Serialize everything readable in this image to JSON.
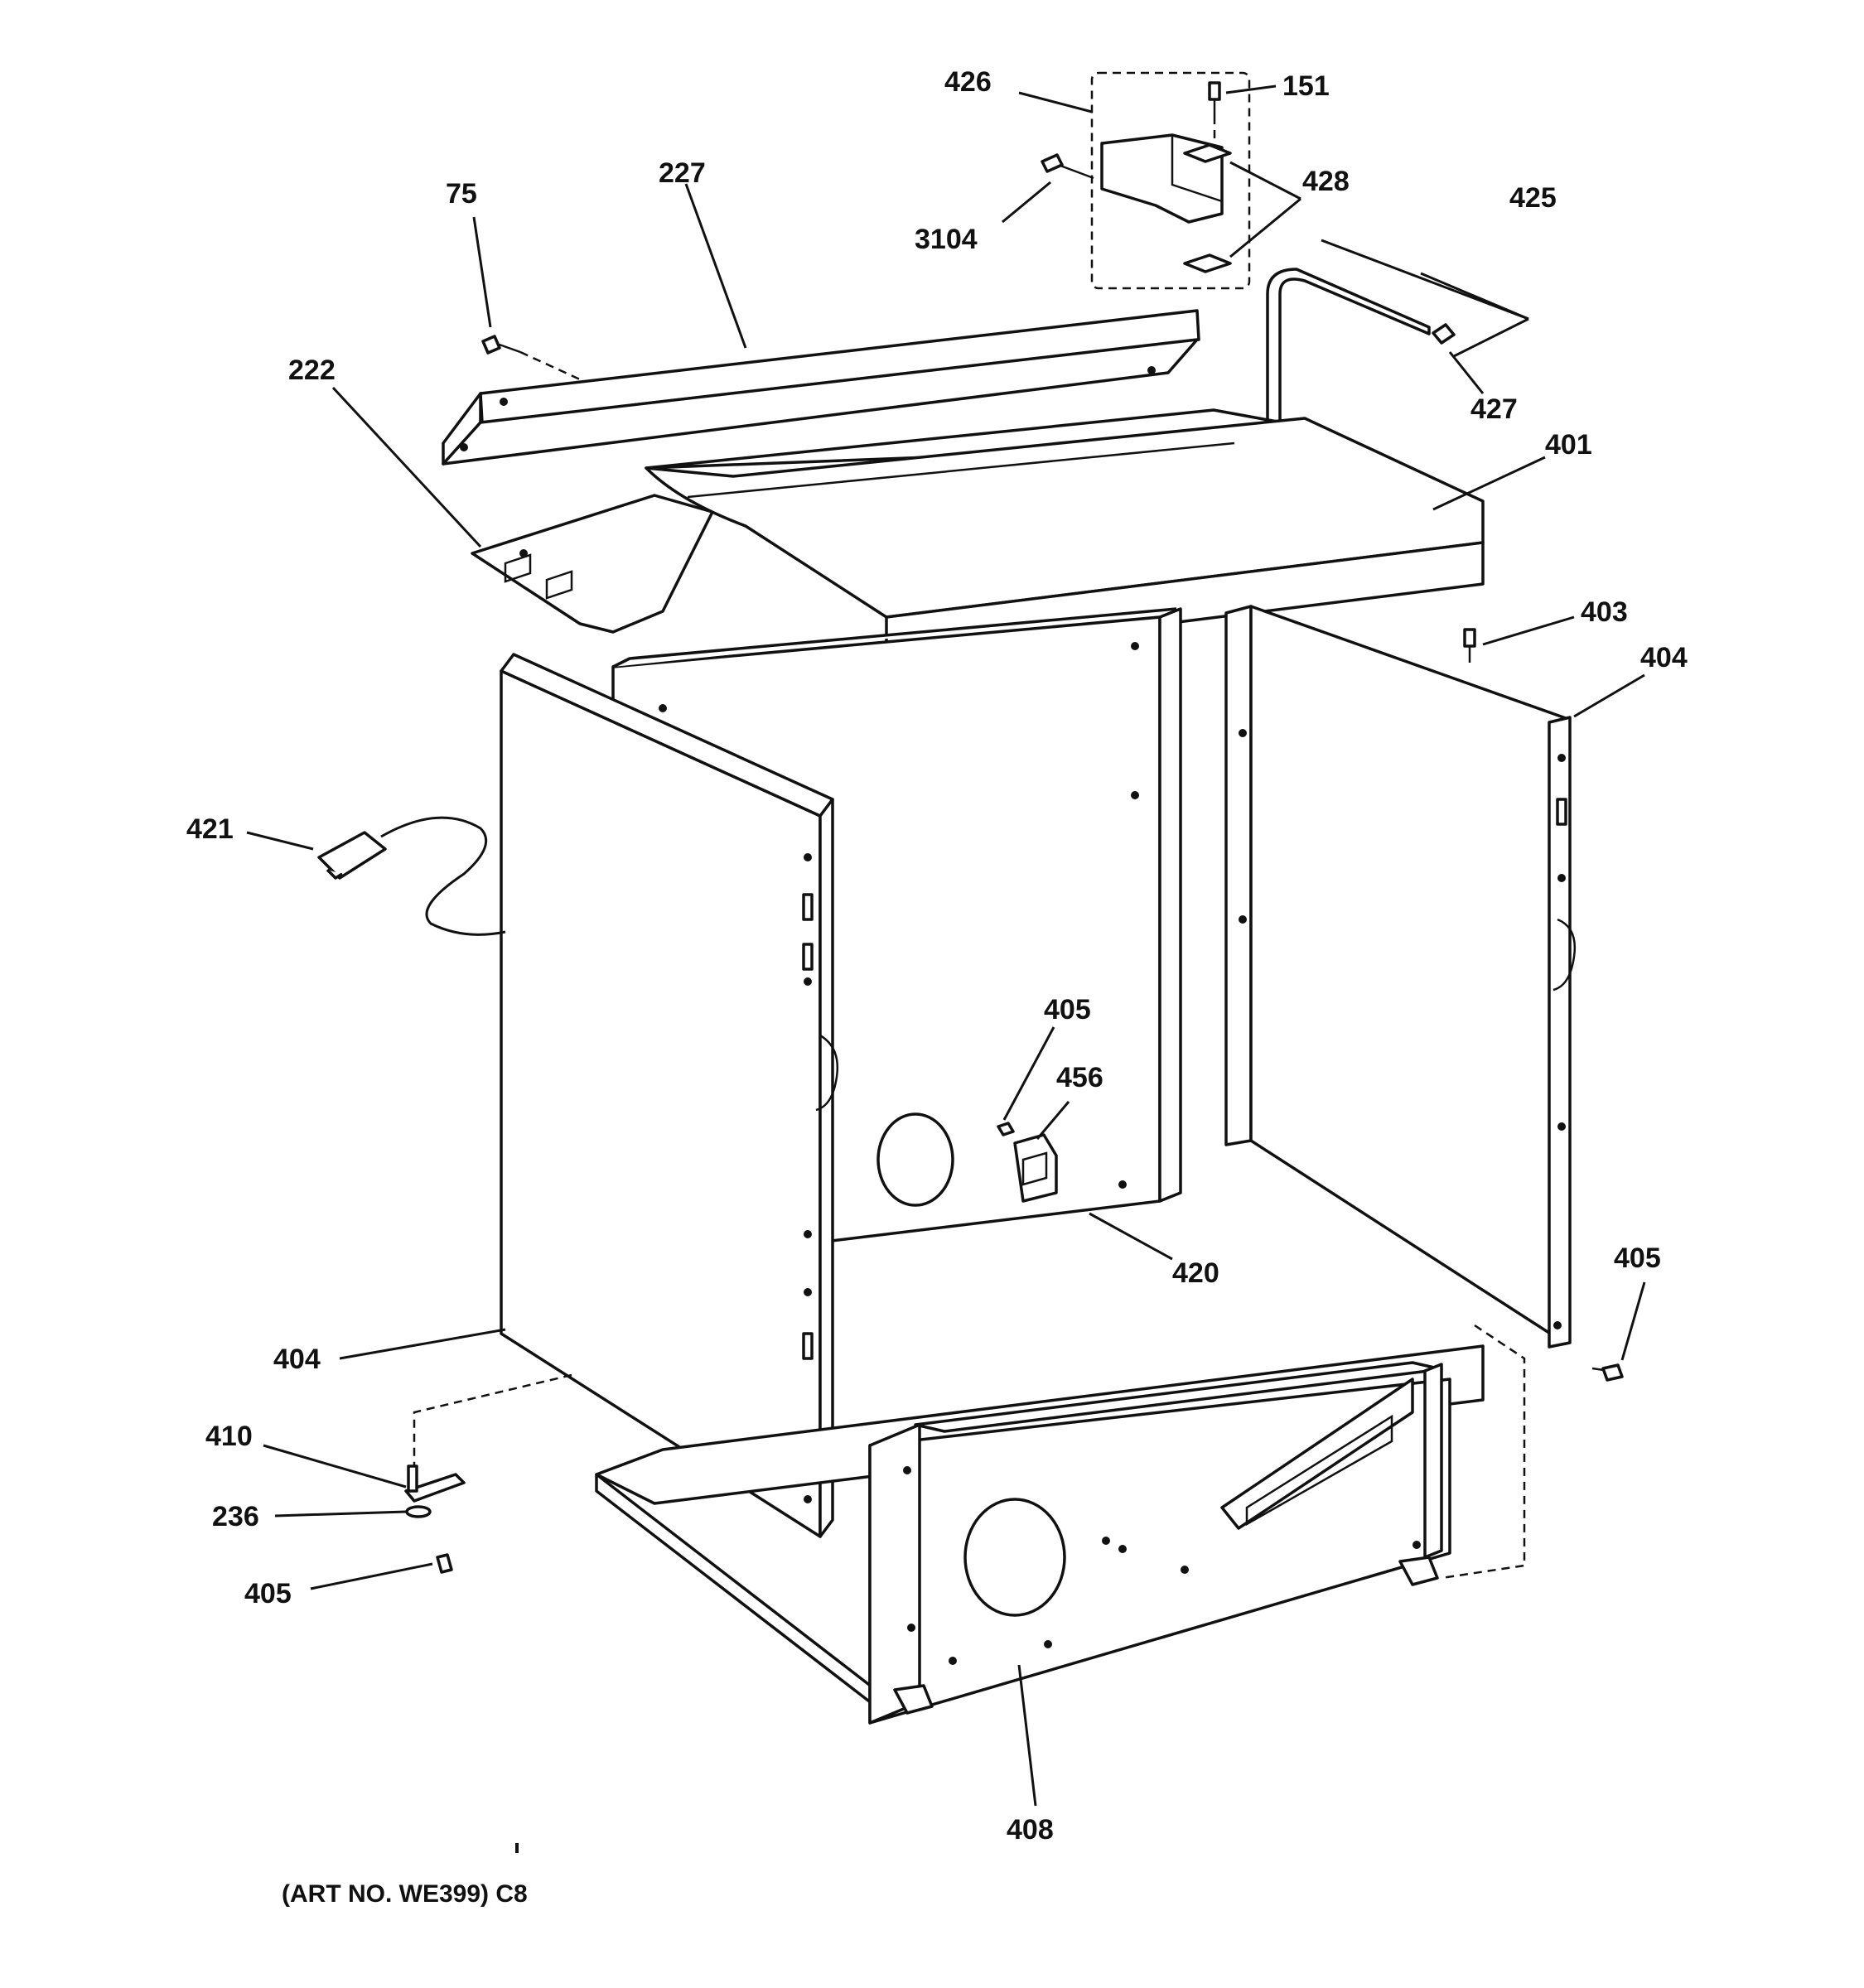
{
  "diagram": {
    "caption": "(ART NO. WE399) C8",
    "callouts": {
      "c426": "426",
      "c151": "151",
      "c3104": "3104",
      "c428": "428",
      "c425": "425",
      "c427": "427",
      "c75": "75",
      "c227": "227",
      "c222": "222",
      "c401": "401",
      "c403": "403",
      "c404r": "404",
      "c421": "421",
      "c405m": "405",
      "c456": "456",
      "c420": "420",
      "c405r": "405",
      "c404l": "404",
      "c410": "410",
      "c236": "236",
      "c405l": "405",
      "c408": "408"
    }
  }
}
